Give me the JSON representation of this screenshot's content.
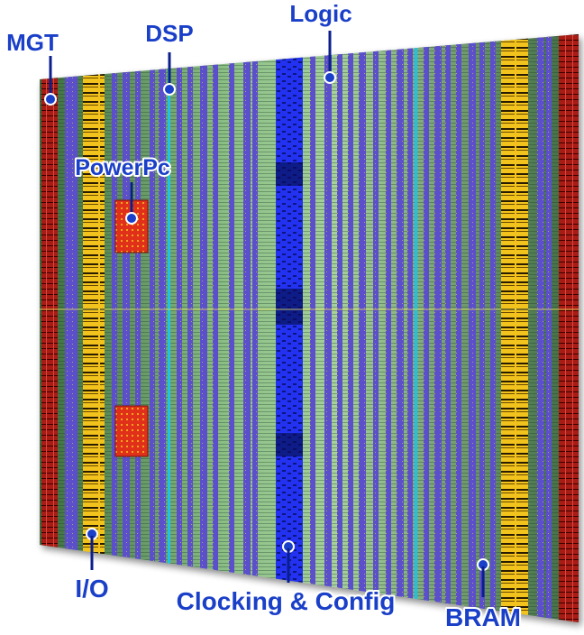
{
  "diagram": {
    "labels": {
      "mgt": "MGT",
      "dsp": "DSP",
      "logic": "Logic",
      "powerpc": "PowerPc",
      "io": "I/O",
      "clocking": "Clocking & Config",
      "bram": "BRAM"
    },
    "colors": {
      "label_fill": "#1a3fc8",
      "label_stroke": "#ffffff",
      "leader_line": "#0b1f8c",
      "logic_green": "#6fa86a",
      "logic_dark": "#2d5a34",
      "dsp_purple": "#5a4fc8",
      "bram_yellow": "#f0c419",
      "mgt_red": "#b3201c",
      "clock_blue": "#2233ee",
      "powerpc_red": "#e8321c",
      "dsp_cyan": "#1fc3e8"
    }
  }
}
